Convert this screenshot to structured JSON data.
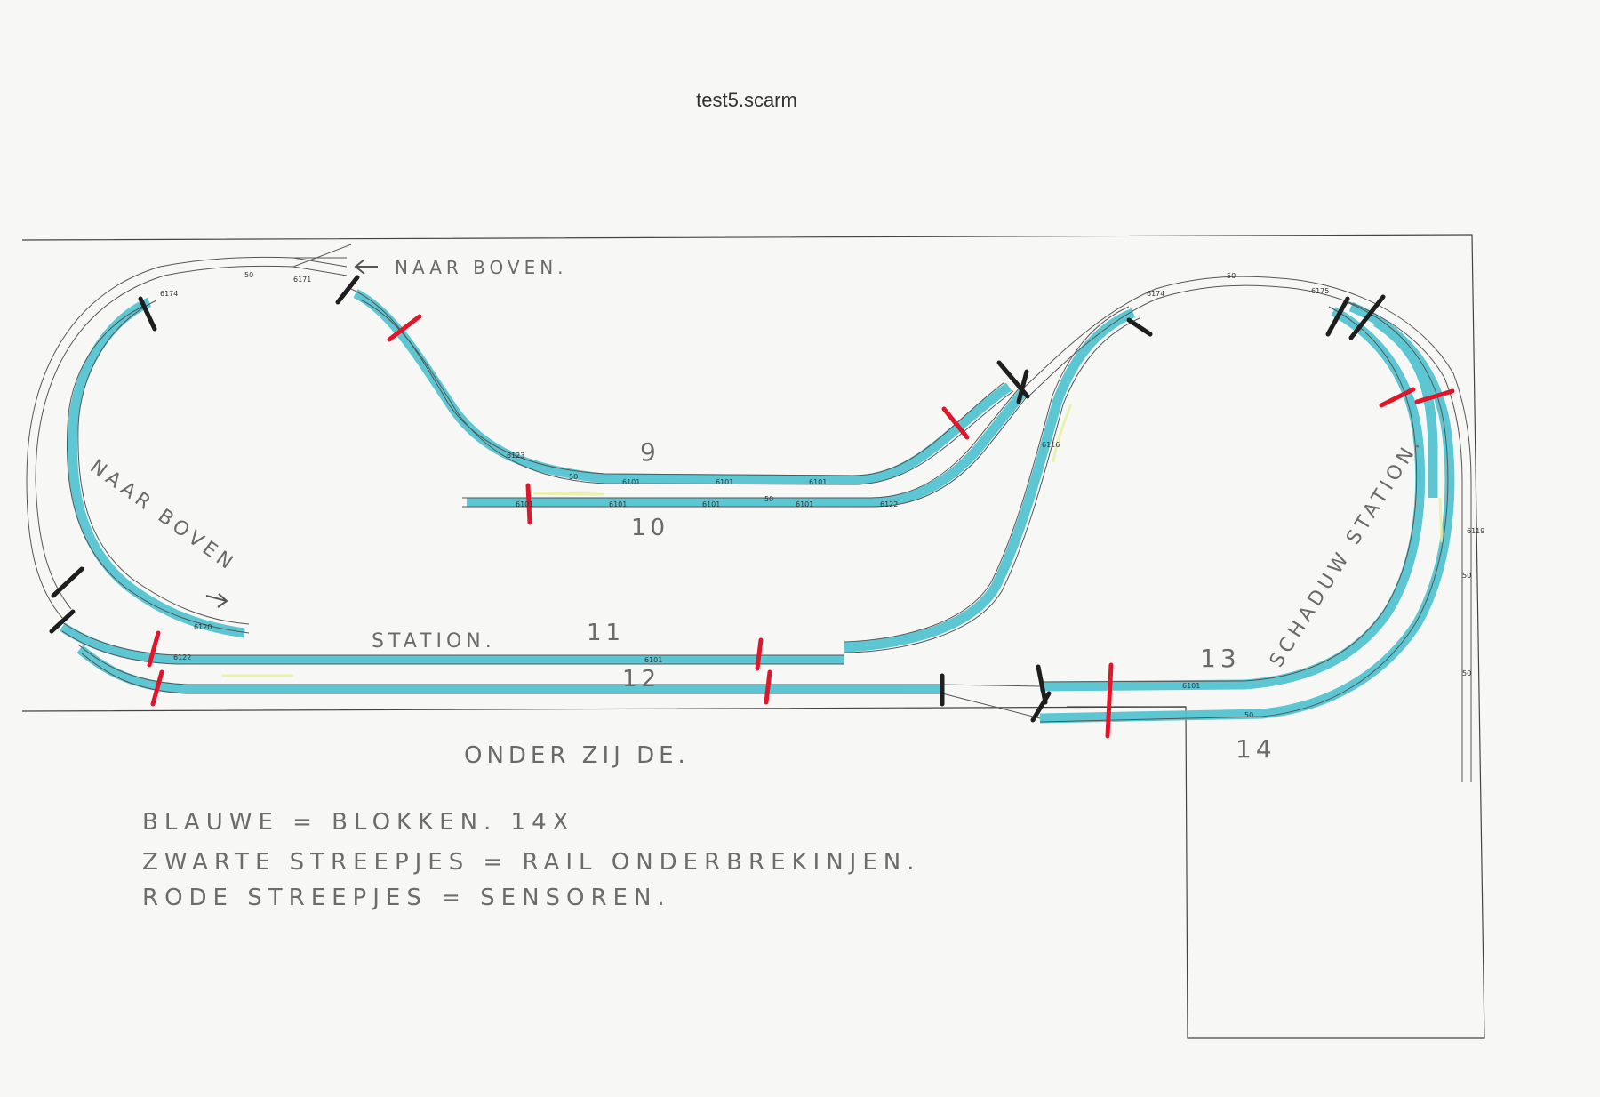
{
  "title": "test5.scarm",
  "labels": {
    "naar_boven_top": "NAAR BOVEN.",
    "naar_boven_left": "NAAR BOVEN",
    "station": "STATION.",
    "schaduw_station": "SCHADUW STATION.",
    "onderzijde": "ONDER ZIJ DE."
  },
  "blocks": {
    "b9": "9",
    "b10": "10",
    "b11": "11",
    "b12": "12",
    "b13": "13",
    "b14": "14"
  },
  "legend": {
    "line1": "BLAUWE = BLOKKEN. 14X",
    "line2": "ZWARTE STREEPJES = RAIL ONDERBREKINJEN.",
    "line3": "RODE STREEPJES = SENSOREN."
  },
  "part_numbers": {
    "p6174": "6174",
    "p6171a": "6171",
    "p6175": "6175",
    "p6101a": "6101",
    "p6101b": "6101",
    "p6101c": "6101",
    "p6101d": "6101",
    "p6101e": "6101",
    "p6101f": "6101",
    "p6101g": "6101",
    "p6101h": "6101",
    "p6101i": "6101",
    "p6122a": "6122",
    "p6122b": "6122",
    "p6123": "6123",
    "p6120": "6120",
    "p6119": "6119",
    "p6116": "6116",
    "p50a": "50",
    "p50b": "50",
    "p50c": "50",
    "p50d": "50",
    "p50e": "50",
    "p50f": "50",
    "p50g": "50"
  },
  "colors": {
    "block": "#4fc3cf",
    "block_edge": "#2aa4b8",
    "rail": "#555555",
    "isolation": "#1e1e1e",
    "sensor": "#e0162a",
    "highlight": "#e6ef9a"
  }
}
